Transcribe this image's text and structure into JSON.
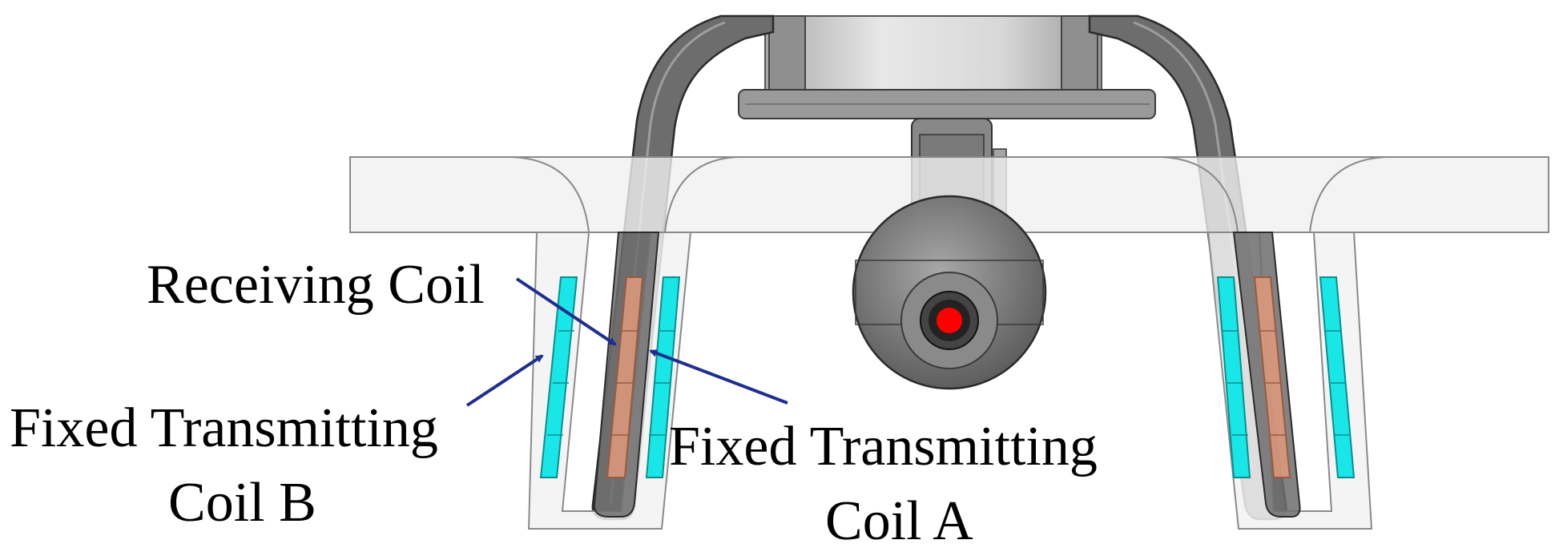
{
  "labels": {
    "receiving_coil": "Receiving Coil",
    "coil_b_line1": "Fixed Transmitting",
    "coil_b_line2": "Coil B",
    "coil_a_line1": "Fixed Transmitting",
    "coil_a_line2": "Coil A"
  },
  "colors": {
    "arrow": "#1f2f8f",
    "transmitting_coil": "#19e6e6",
    "receiving_coil": "#e09a7c",
    "sensor_dot": "#ff0000",
    "bracket": "#6d6d6d",
    "platform": "#f0f0f0"
  }
}
